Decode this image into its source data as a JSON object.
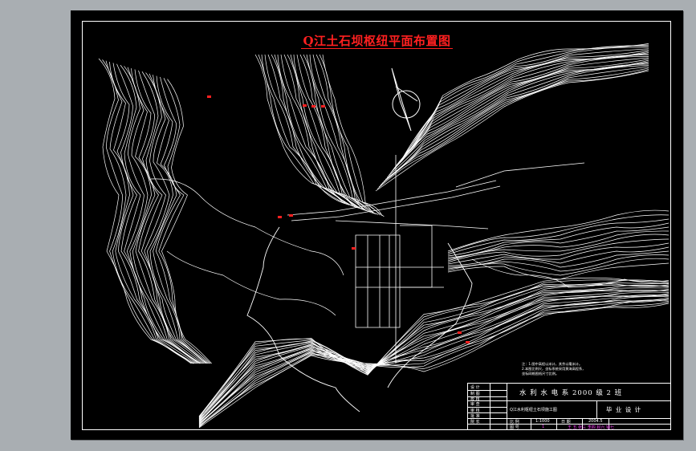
{
  "drawing": {
    "title": "Q江土石坝枢纽平面布置图"
  },
  "notes": {
    "lines": [
      "注：1.图中高程以米计，其余以毫米计。",
      "2.本图比例尺，坐标系统采用黄海高程系，",
      "坐标网格图纸尺寸比例。"
    ]
  },
  "title_block": {
    "left_labels": [
      "设 计",
      "制 图",
      "校 核",
      "审 查",
      "审 核",
      "批 准",
      "院 长"
    ],
    "school": "水 利 水 电 系 2000 级 2 班",
    "project": "Q江水利枢纽土石坝施工图",
    "design_type": "毕 业 设 计",
    "scale_label": "比 例",
    "scale": "1:1000",
    "date_label": "日 期",
    "date": "2004.5",
    "sheet_label": "图 号",
    "sheet_no": "1",
    "signatures": "王 五 张三 李四 赵六 钱七"
  },
  "colors": {
    "sheet": "#000000",
    "contours": "#ffffff",
    "title": "#ff2020",
    "markers": "#ff2020",
    "signature": "#ff40ff",
    "background": "#a9aeb2"
  },
  "icons": {
    "north_arrow": "north-arrow-icon"
  }
}
